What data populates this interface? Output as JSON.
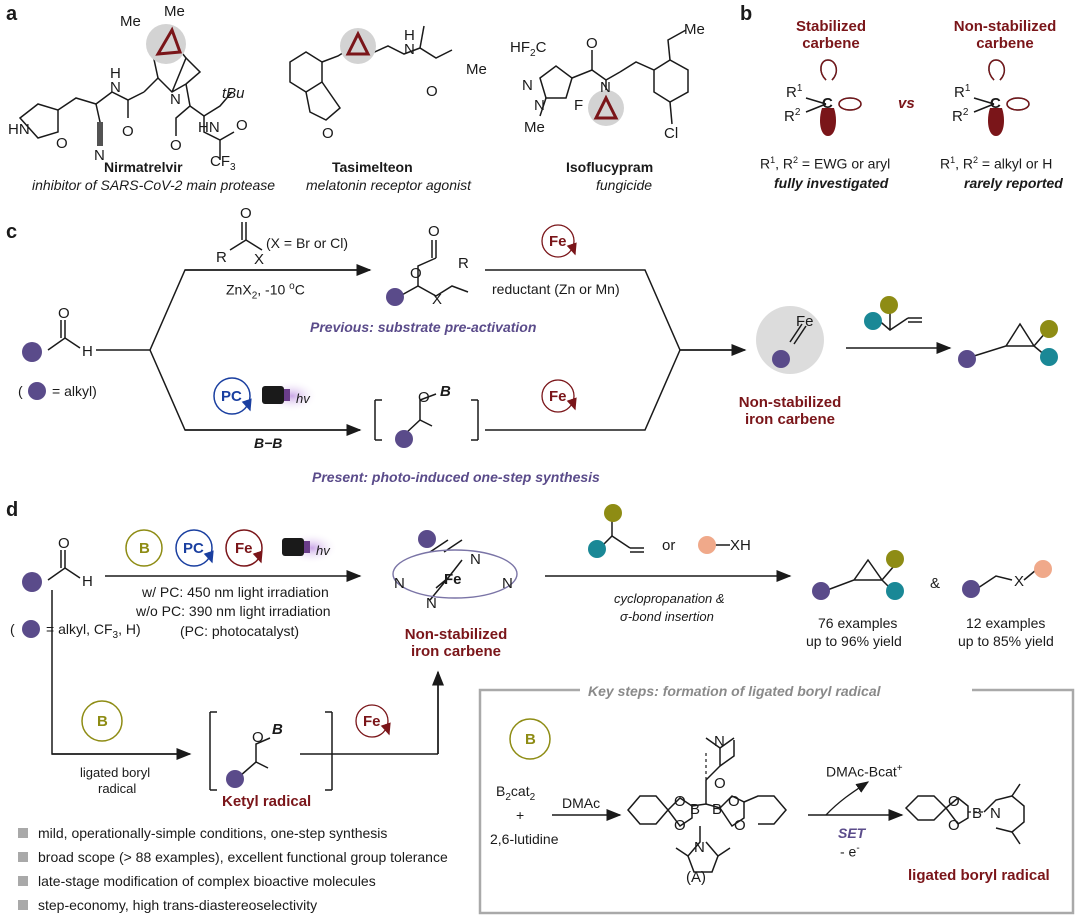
{
  "colors": {
    "dark_red": "#7a1519",
    "purple": "#5a4b8a",
    "teal": "#1a8896",
    "olive": "#8e8c14",
    "salmon": "#f0a98a",
    "gray": "#a9a9a9",
    "blue": "#1a3fa0"
  },
  "panel_a": {
    "label": "a",
    "drugs": [
      {
        "name": "Nirmatrelvir",
        "desc": "inhibitor of SARS-CoV-2 main protease"
      },
      {
        "name": "Tasimelteon",
        "desc": "melatonin receptor agonist"
      },
      {
        "name": "Isoflucypram",
        "desc": "fungicide"
      }
    ],
    "atoms": {
      "me1": "Me",
      "me2": "Me",
      "nh1": "H",
      "n1": "N",
      "tbu": "tBu",
      "hn": "HN",
      "o1": "O",
      "o2": "O",
      "o3": "O",
      "n2": "N",
      "hn2": "HN",
      "o4": "O",
      "cf3": "CF",
      "cf3_sub": "3",
      "nh_tas": "H",
      "n_tas": "N",
      "me_tas": "Me",
      "o_tas": "O",
      "o_tas2": "O",
      "hf2c": "HF",
      "hf2c_sub": "2",
      "hf2c_c": "C",
      "me_iso1": "Me",
      "n_iso": "N",
      "n_iso2": "N",
      "n_iso3": "N",
      "me_iso2": "Me",
      "f_iso": "F",
      "o_iso": "O",
      "cl_iso": "Cl"
    }
  },
  "panel_b": {
    "label": "b",
    "stabilized": {
      "title1": "Stabilized",
      "title2": "carbene",
      "cond": "R",
      "cond_tail": ", R",
      "cond_end": " = EWG or aryl",
      "note": "fully investigated"
    },
    "vs": "vs",
    "nonstab": {
      "title1": "Non-stabilized",
      "title2": "carbene",
      "cond": "R",
      "cond_tail": ", R",
      "cond_end": " = alkyl or H",
      "note": "rarely reported"
    },
    "atoms": {
      "r1": "R",
      "r2": "R",
      "c": "C",
      "sup1": "1",
      "sup2": "2"
    }
  },
  "panel_c": {
    "label": "c",
    "reagent_x": "(X = Br or Cl)",
    "r": "R",
    "x": "X",
    "o": "O",
    "h": "H",
    "zn_cond": "ZnX",
    "zn_sub": "2",
    "zn_temp": ", -10 ",
    "zn_deg": "o",
    "zn_c": "C",
    "fe": "Fe",
    "reductant": "reductant (Zn or Mn)",
    "previous": "Previous: substrate pre-activation",
    "alkyl_note": "= alkyl)",
    "alkyl_open": "(",
    "pc": "PC",
    "hv": "hv",
    "bb": "B−B",
    "ob": "O",
    "b": "B",
    "present": "Present: photo-induced one-step synthesis",
    "carbene_fe": "Fe",
    "carbene_label1": "Non-stabilized",
    "carbene_label2": "iron carbene"
  },
  "panel_d": {
    "label": "d",
    "b_circle": "B",
    "pc": "PC",
    "fe": "Fe",
    "hv": "hv",
    "cond1": "w/ PC: 450 nm light irradiation",
    "cond2": "w/o PC: 390 nm light irradiation",
    "cond3": "(PC: photocatalyst)",
    "alkyl_note": "= alkyl, CF",
    "alkyl_sub": "3",
    "alkyl_end": ", H)",
    "alkyl_open": "(",
    "o": "O",
    "h": "H",
    "n": "N",
    "fe_center": "Fe",
    "carbene_label1": "Non-stabilized",
    "carbene_label2": "iron carbene",
    "or": "or",
    "xh": "XH",
    "rxn_label1": "cyclopropanation &",
    "rxn_label2": "σ-bond insertion",
    "amp": "&",
    "x": "X",
    "res1_a": "76 examples",
    "res1_b": "up to 96% yield",
    "res2_a": "12 examples",
    "res2_b": "up to 85% yield",
    "boryl_label1": "ligated boryl",
    "boryl_label2": "radical",
    "ketyl": "Ketyl radical",
    "ketyl_b": "B",
    "features": [
      "mild, operationally-simple conditions, one-step synthesis",
      "broad scope (> 88 examples), excellent functional group tolerance",
      "late-stage modification of complex bioactive molecules",
      "step-economy, high trans-diastereoselectivity"
    ],
    "key_title": "Key steps: formation of ligated boryl radical",
    "b2cat2": "B",
    "b2cat2_sub": "2",
    "b2cat2_end": "cat",
    "b2cat2_sub2": "2",
    "plus": "+",
    "lutidine": "2,6-lutidine",
    "dmac": "DMAc",
    "a_label": "(A)",
    "dmac_bcat": "DMAc-Bcat",
    "dmac_bcat_sup": "+",
    "set": "SET",
    "minus_e": "- e",
    "minus_e_sup": "-",
    "ligated": "ligated boryl radical",
    "kb_atoms": {
      "n": "N",
      "o1": "O",
      "b1": "B",
      "b2": "B",
      "o2": "O",
      "o3": "O",
      "o4": "O",
      "o5": "O",
      "n2": "N",
      "o6": "O",
      "o7": "O",
      "b3": "B",
      "n3": "N"
    }
  }
}
